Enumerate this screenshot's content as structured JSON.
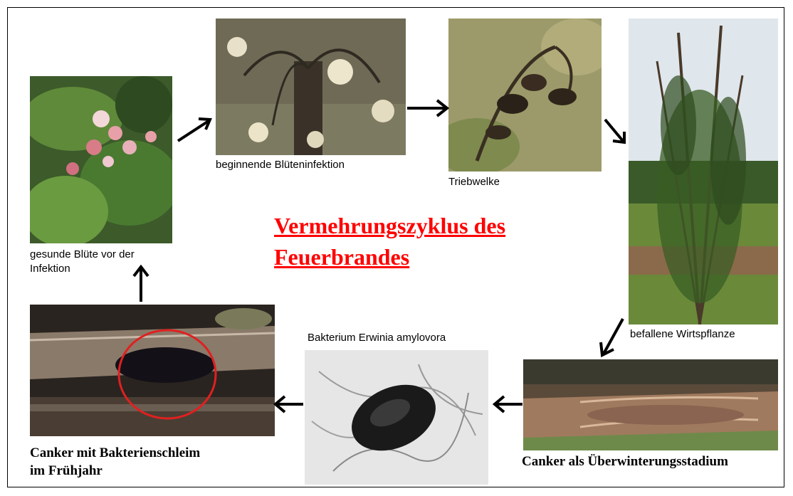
{
  "title": {
    "line1": "Vermehrungszyklus des",
    "line2": "Feuerbrandes"
  },
  "colors": {
    "title": "#ff0000",
    "arrows": "#000000",
    "circle": "#e02020"
  },
  "stages": [
    {
      "id": "healthy",
      "label_line1": "gesunde Blüte vor der",
      "label_line2": "Infektion"
    },
    {
      "id": "blossom-infection",
      "label": "beginnende Blüteninfektion"
    },
    {
      "id": "shoot-wilt",
      "label": "Triebwelke"
    },
    {
      "id": "host",
      "label": "befallene Wirtspflanze"
    },
    {
      "id": "overwinter",
      "label": "Canker als Überwinterungsstadium"
    },
    {
      "id": "bacterium",
      "label": "Bakterium Erwinia amylovora"
    },
    {
      "id": "spring-canker",
      "label_line1": "Canker mit Bakterienschleim",
      "label_line2": "im Frühjahr"
    }
  ]
}
